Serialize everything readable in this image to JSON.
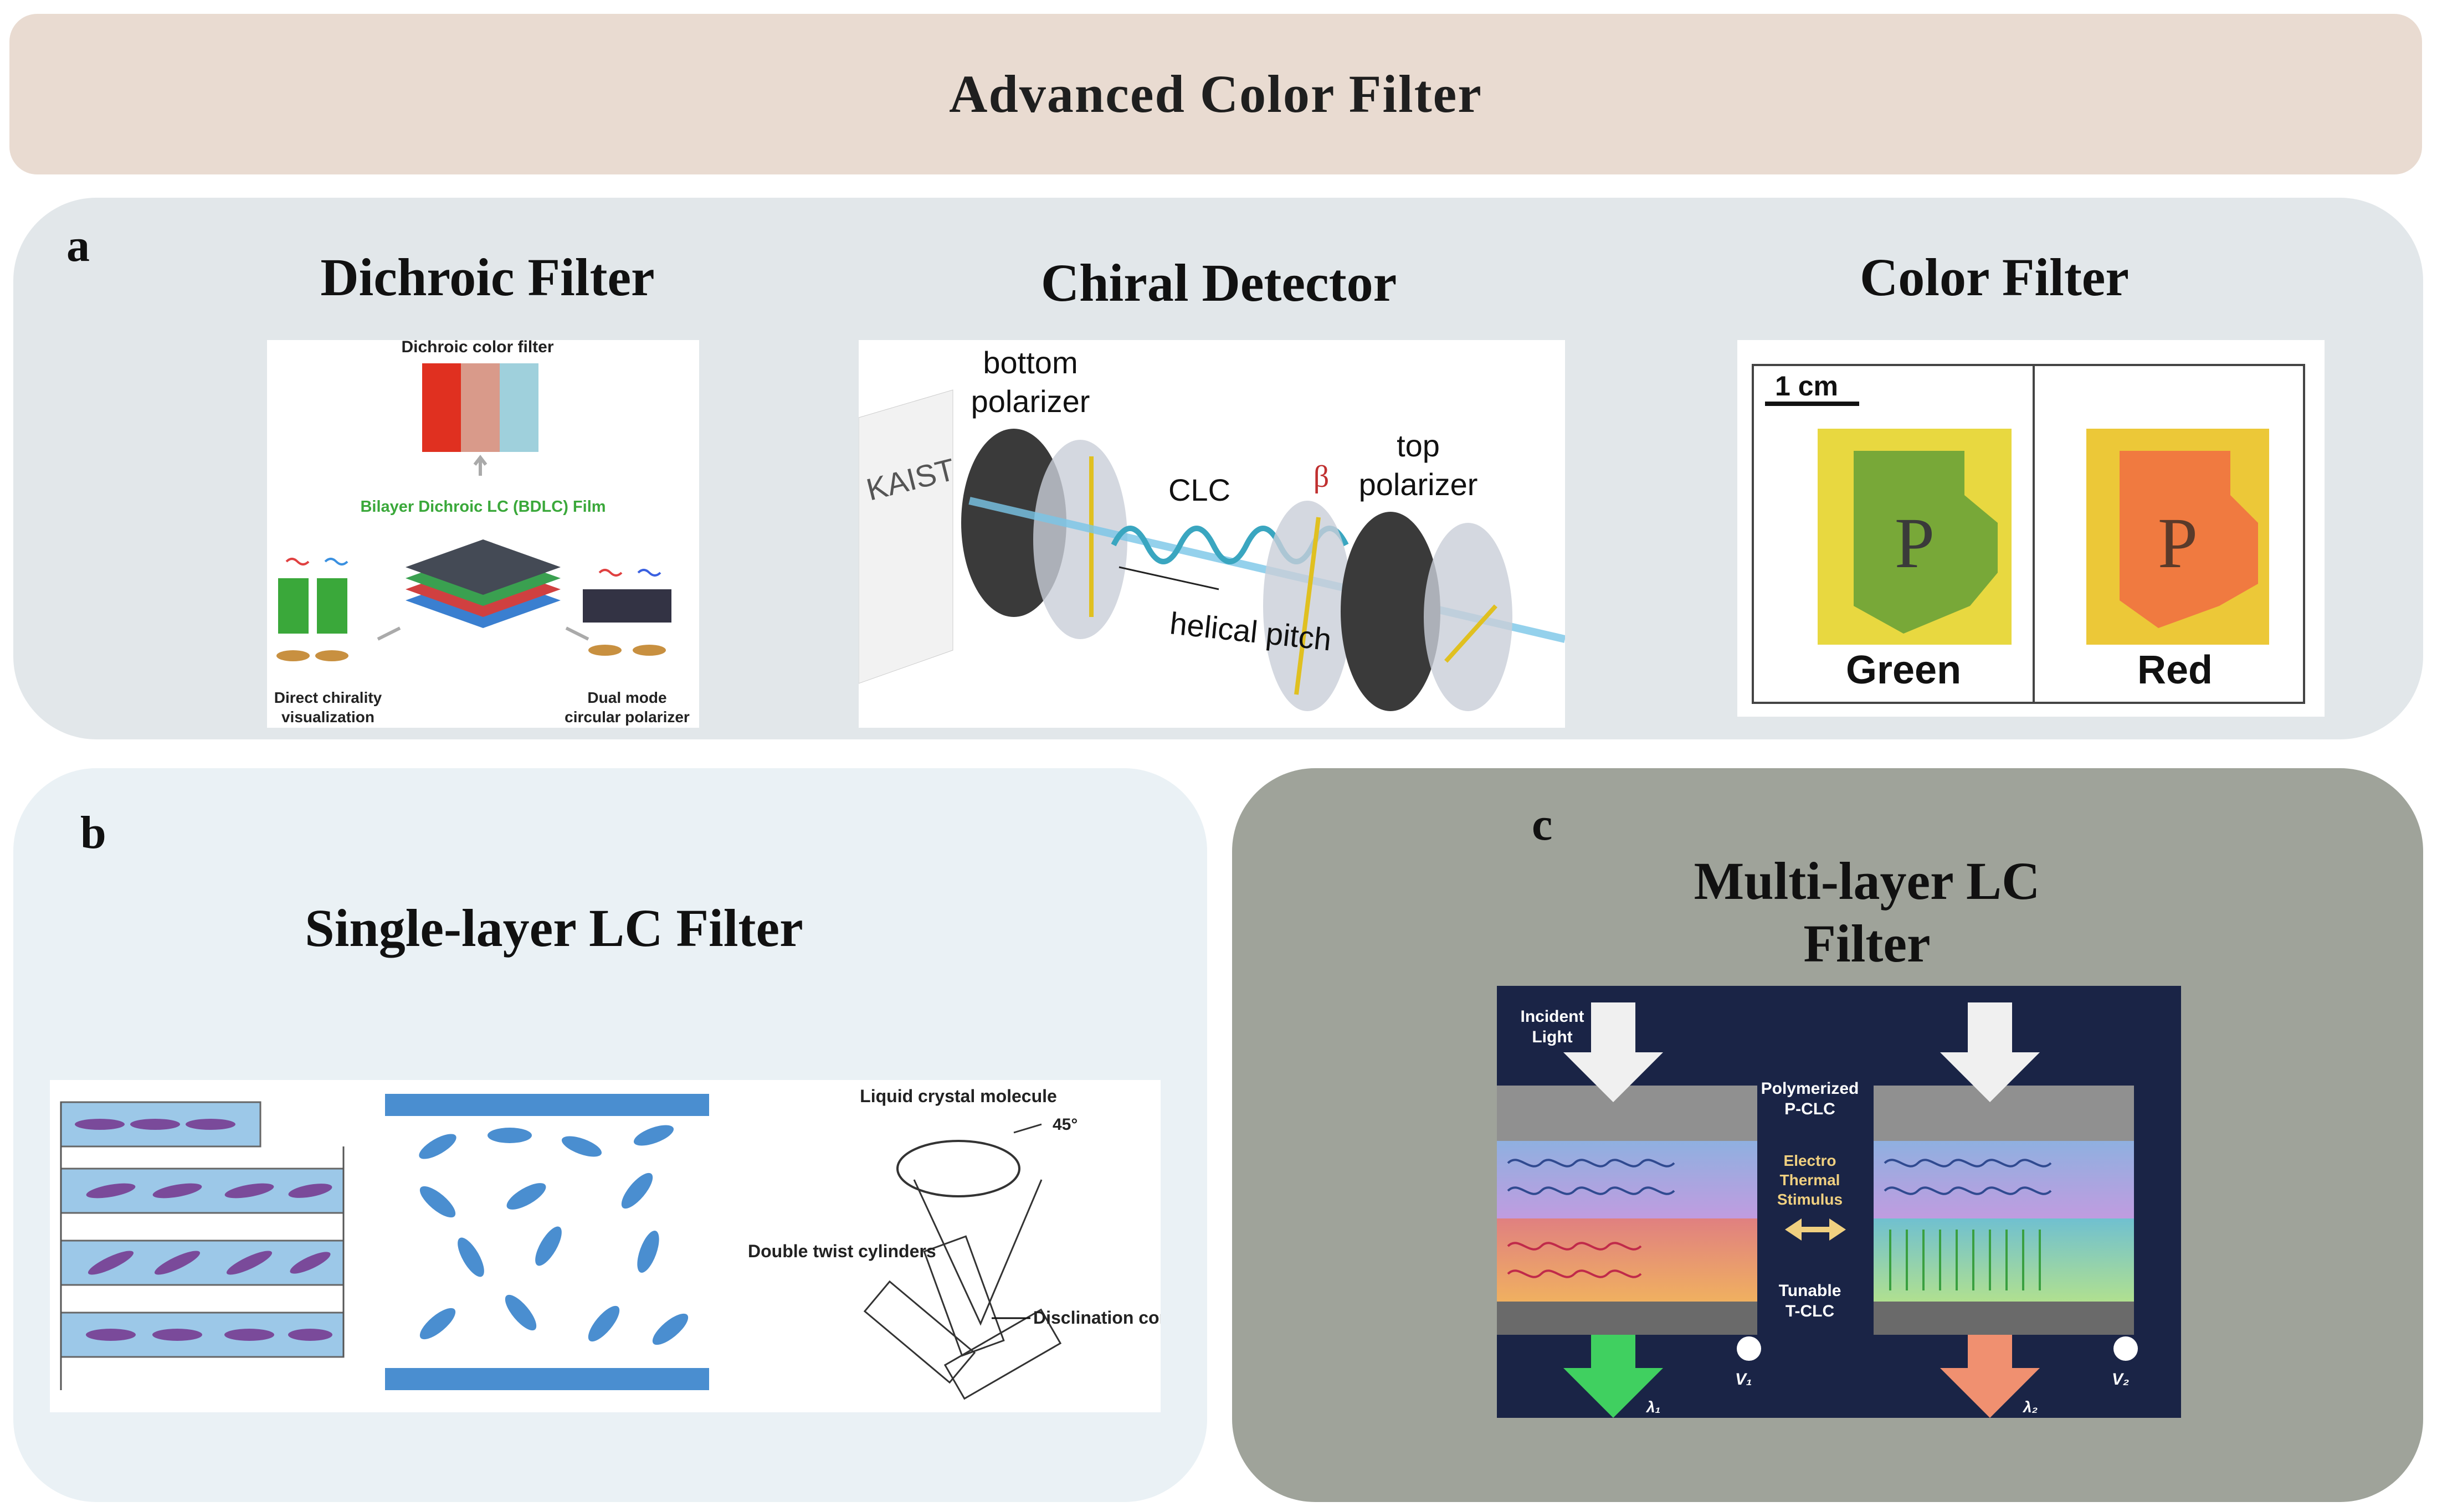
{
  "header": {
    "title": "Advanced Color Filter"
  },
  "panel_a": {
    "letter": "a",
    "sections": [
      {
        "title": "Dichroic Filter"
      },
      {
        "title": "Chiral Detector"
      },
      {
        "title": "Color Filter"
      }
    ],
    "dichroic_image": {
      "top_label": "Dichroic color filter",
      "film_label": "Bilayer Dichroic LC (BDLC) Film",
      "left_label_1": "Direct chirality",
      "left_label_2": "visualization",
      "right_label_1": "Dual mode",
      "right_label_2": "circular polarizer"
    },
    "chiral_image": {
      "sign": "KAIST",
      "bottom_polarizer_1": "bottom",
      "bottom_polarizer_2": "polarizer",
      "clc": "CLC",
      "beta": "β",
      "top_polarizer_1": "top",
      "top_polarizer_2": "polarizer",
      "pitch": "helical pitch"
    },
    "color_image": {
      "scale": "1 cm",
      "left_letter": "P",
      "right_letter": "P",
      "left_label": "Green",
      "right_label": "Red"
    }
  },
  "panel_b": {
    "letter": "b",
    "title": "Single-layer LC Filter",
    "image": {
      "molecule_label": "Liquid crystal molecule",
      "angle_label": "45°",
      "cylinders_label": "Double twist cylinders",
      "core_label": "Disclination core"
    }
  },
  "panel_c": {
    "letter": "c",
    "title_line1": "Multi-layer LC",
    "title_line2": "Filter",
    "image": {
      "incident_1": "Incident",
      "incident_2": "Light",
      "poly_1": "Polymerized",
      "poly_2": "P-CLC",
      "stim_1": "Electro",
      "stim_2": "Thermal",
      "stim_3": "Stimulus",
      "tunable_1": "Tunable",
      "tunable_2": "T-CLC",
      "lambda1": "λ₁",
      "lambda2": "λ₂",
      "v1": "V₁",
      "v2": "V₂"
    }
  },
  "colors": {
    "title_bar": "#e9dbd1",
    "panel_a_bg": "#e2e7ea",
    "panel_b_bg": "#eaf1f5",
    "panel_c_bg": "#9fa39a"
  }
}
